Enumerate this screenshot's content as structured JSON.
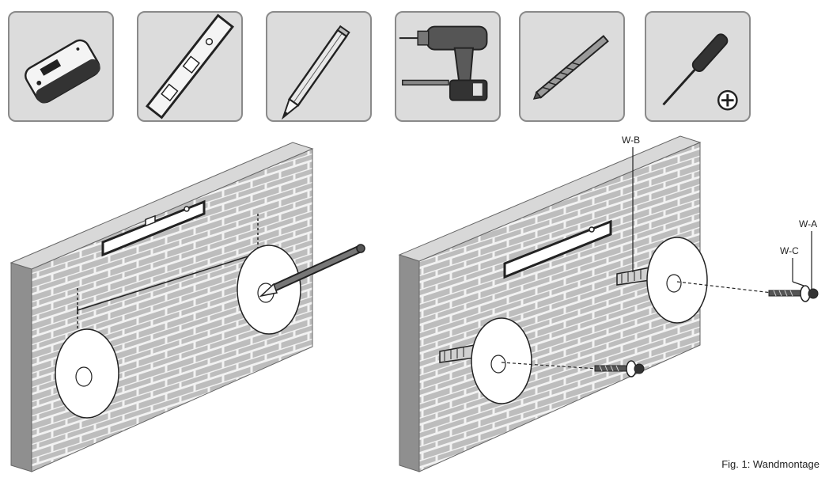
{
  "tools": [
    {
      "icon": "laser-distance-meter-icon"
    },
    {
      "icon": "spirit-level-icon"
    },
    {
      "icon": "pencil-icon"
    },
    {
      "icon": "cordless-drill-icon"
    },
    {
      "icon": "drill-bit-icon"
    },
    {
      "icon": "phillips-screwdriver-icon"
    }
  ],
  "labels": {
    "wb": "W-B",
    "wa": "W-A",
    "wc": "W-C"
  },
  "caption": "Fig. 1: Wandmontage",
  "colors": {
    "tile_bg": "#dcdcdc",
    "tile_border": "#8a8a8a",
    "wall_face": "#bdbdbd",
    "wall_side": "#8f8f8f",
    "wall_top": "#d8d8d8",
    "mortar": "#f2f2f2",
    "ink": "#222222"
  }
}
